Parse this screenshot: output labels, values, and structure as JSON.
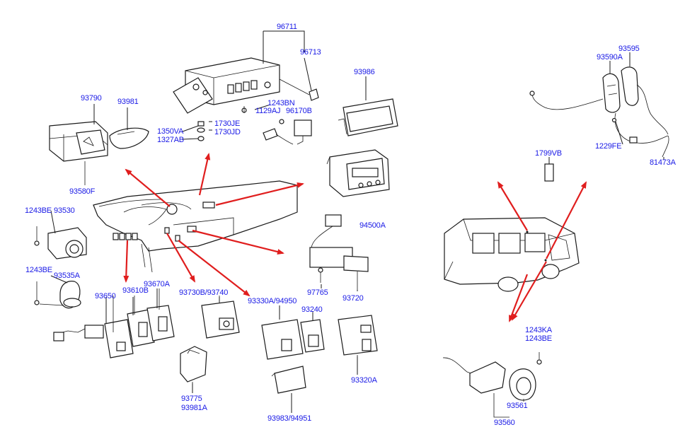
{
  "colors": {
    "part_number": "#1a1ae6",
    "arrow": "#e01e1e",
    "line": "#1a1a1a"
  },
  "labels": {
    "p96711": "96711",
    "p96713": "96713",
    "p93986": "93986",
    "p93790": "93790",
    "p93981": "93981",
    "p1243BN": "1243BN",
    "p1129AJ": "1129AJ",
    "p96170B": "96170B",
    "p1350VA": "1350VA",
    "p1730JE": "1730JE",
    "p1730JD": "1730JD",
    "p1327AB": "1327AB",
    "p93580F": "93580F",
    "p1243BE_a": "1243BE",
    "p93530": "93530",
    "p1243BE_b": "1243BE",
    "p93535A": "93535A",
    "p94500A": "94500A",
    "p93650": "93650",
    "p93610B": "93610B",
    "p93670A": "93670A",
    "p93730B_93740": "93730B/93740",
    "p93330A_94950": "93330A/94950",
    "p93240": "93240",
    "p97765": "97765",
    "p93720": "93720",
    "p93320A": "93320A",
    "p93775": "93775",
    "p93981A": "93981A",
    "p93983_94951": "93983/94951",
    "p93595": "93595",
    "p93590A": "93590A",
    "p1229FE": "1229FE",
    "p81473A": "81473A",
    "p1799VB": "1799VB",
    "p1243KA": "1243KA",
    "p1243BE_c": "1243BE",
    "p93561": "93561",
    "p93560": "93560"
  }
}
